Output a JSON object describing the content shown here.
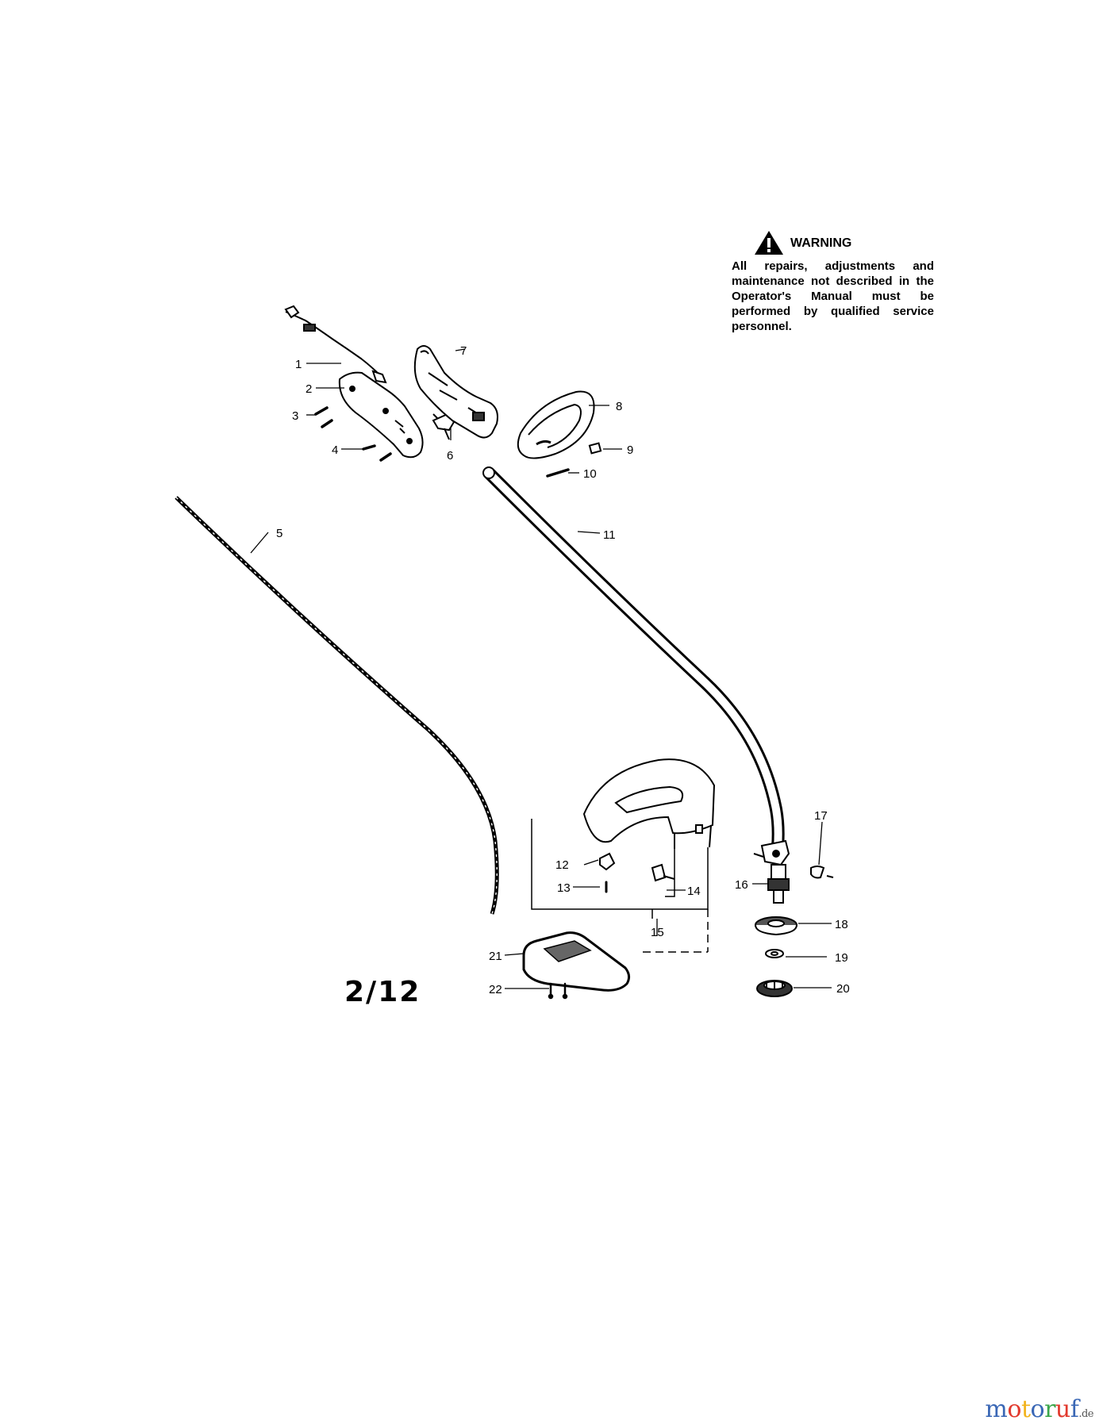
{
  "warning": {
    "title": "WARNING",
    "text": "All repairs, adjustments and maintenance not described in the Operator's Manual must be performed by qualified service personnel."
  },
  "page_number": "2/12",
  "callouts": [
    "1",
    "2",
    "3",
    "4",
    "5",
    "6",
    "7",
    "8",
    "9",
    "10",
    "11",
    "12",
    "13",
    "14",
    "15",
    "16",
    "17",
    "18",
    "19",
    "20",
    "21",
    "22"
  ],
  "watermark": {
    "text": "motoruf",
    "tld": ".de",
    "colors": [
      "#3a67b5",
      "#e23a2e",
      "#f2b31c",
      "#3a67b5",
      "#3aa64a",
      "#e23a2e",
      "#3a67b5"
    ]
  }
}
